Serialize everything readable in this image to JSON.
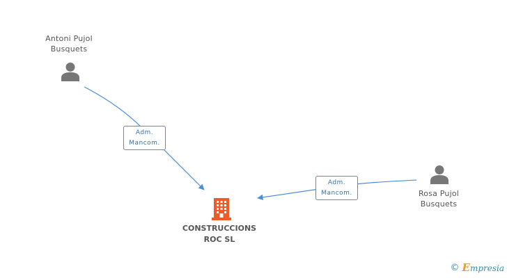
{
  "people": [
    {
      "id": "antoni",
      "name_line1": "Antoni Pujol",
      "name_line2": "Busquets",
      "icon": "person-icon"
    },
    {
      "id": "rosa",
      "name_line1": "Rosa Pujol",
      "name_line2": "Busquets",
      "icon": "person-icon"
    }
  ],
  "company": {
    "name_line1": "CONSTRUCCIONS",
    "name_line2": "ROC SL",
    "icon": "building-icon",
    "color": "#f05a28"
  },
  "edges": [
    {
      "from": "antoni",
      "to": "company",
      "label_line1": "Adm.",
      "label_line2": "Mancom."
    },
    {
      "from": "rosa",
      "to": "company",
      "label_line1": "Adm.",
      "label_line2": "Mancom."
    }
  ],
  "colors": {
    "edge": "#4a90d9",
    "person": "#777777",
    "company": "#f05a28"
  },
  "brand": {
    "copyright": "©",
    "initial": "E",
    "name": "mpresia"
  }
}
